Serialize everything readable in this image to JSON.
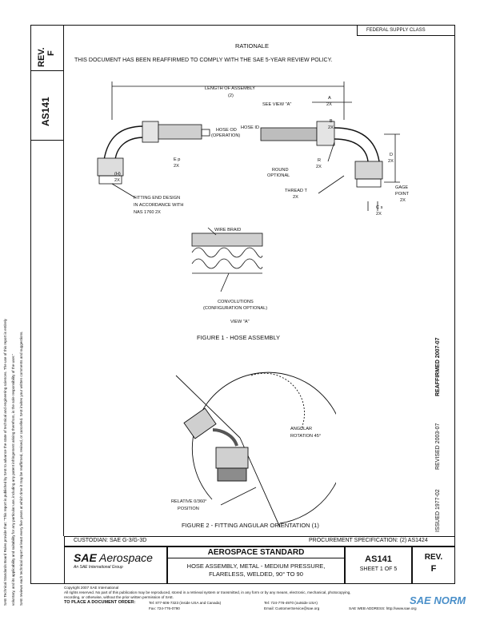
{
  "header": {
    "rev_label": "REV.",
    "rev_value": "F",
    "doc_number": "AS141",
    "federal_supply_class": "FEDERAL SUPPLY CLASS"
  },
  "sidebar": {
    "disclaimer_lines": [
      "SAE Technical Standards Board Rules provide that: \"This report is published by SAE to advance the state of technical and engineering sciences. The use of this report is entirely",
      "voluntary, and its applicability and suitability for any particular use, including any patent infringement arising therefrom, is the sole responsibility of the user.\"",
      "SAE reviews each technical report at least every five years at which time it may be reaffirmed, revised, or cancelled. SAE invites your written comments and suggestions."
    ],
    "issued": "ISSUED 1977-02",
    "revised": "REVISED 2003-07",
    "reaffirmed": "REAFFIRMED 2007-07"
  },
  "rationale": {
    "title": "RATIONALE",
    "text": "THIS DOCUMENT HAS BEEN REAFFIRMED TO COMPLY WITH THE SAE 5-YEAR REVIEW POLICY."
  },
  "figure1": {
    "caption": "FIGURE 1 - HOSE ASSEMBLY",
    "labels": {
      "length": "LENGTH OF ASSEMBLY",
      "length_ref": "(2)",
      "see_view": "SEE VIEW \"A\"",
      "a": "A",
      "a_2x": "2X",
      "hose_od": "HOSE OD",
      "hose_od2": "(OPERATION)",
      "hose_id": "HOSE ID",
      "e_p": "E p",
      "e_p_2x": "2X",
      "r": "R",
      "r_2x": "2X",
      "round": "ROUND",
      "optional": "OPTIONAL",
      "b": "B",
      "b_2x": "2X",
      "d": "D",
      "d_2x": "2X",
      "h": "(H)",
      "h_2x": "2X",
      "fitting_end_1": "FITTING END DESIGN",
      "fitting_end_2": "IN ACCORDANCE WITH",
      "fitting_end_3": "NAS 1760 2X",
      "thread": "THREAD T",
      "thread_2x": "2X",
      "gage_1": "GAGE",
      "gage_2": "POINT",
      "gage_2x": "2X",
      "cs": "C s",
      "cs_2x": "2X",
      "wire_braid": "WIRE BRAID",
      "convolutions_1": "CONVOLUTIONS",
      "convolutions_2": "(CONFIGURATION OPTIONAL)",
      "view_a": "VIEW \"A\""
    }
  },
  "figure2": {
    "caption": "FIGURE 2 - FITTING ANGULAR ORIENTATION (1)",
    "angular_1": "ANGULAR",
    "angular_2": "ROTATION  45°",
    "relative_1": "RELATIVE 0/360°",
    "relative_2": "POSITION"
  },
  "footer": {
    "custodian": "CUSTODIAN:  SAE G-3/G-3D",
    "procurement": "PROCUREMENT SPECIFICATION:  (2) AS1424",
    "logo_sae": "SAE",
    "logo_aero": "Aerospace",
    "logo_sub": "An SAE International Group",
    "standard_title": "AEROSPACE STANDARD",
    "standard_sub1": "HOSE ASSEMBLY, METAL - MEDIUM PRESSURE,",
    "standard_sub2": "FLARELESS, WELDED, 90° TO 90",
    "doc_number": "AS141",
    "sheet": "SHEET 1 OF 5",
    "rev_label": "REV.",
    "rev_value": "F",
    "copyright1": "Copyright 2007 SAE International",
    "copyright2": "All rights reserved. No part of this publication may be reproduced, stored in a retrieval system or transmitted, in any form or by any means, electronic, mechanical, photocopying,",
    "copyright3": "recording, or otherwise, without the prior written permission of SAE.",
    "order_label": "TO PLACE A DOCUMENT ORDER:",
    "tel1": "Tel: 877-606-7323 (inside USA and Canada)",
    "fax": "Fax: 724-776-0790",
    "tel2": "Tel: 724-776-4970 (outside USA)",
    "email": "Email: CustomerService@sae.org",
    "web": "SAE WEB ADDRESS: http://www.sae.org",
    "watermark": "SAE NORM"
  }
}
